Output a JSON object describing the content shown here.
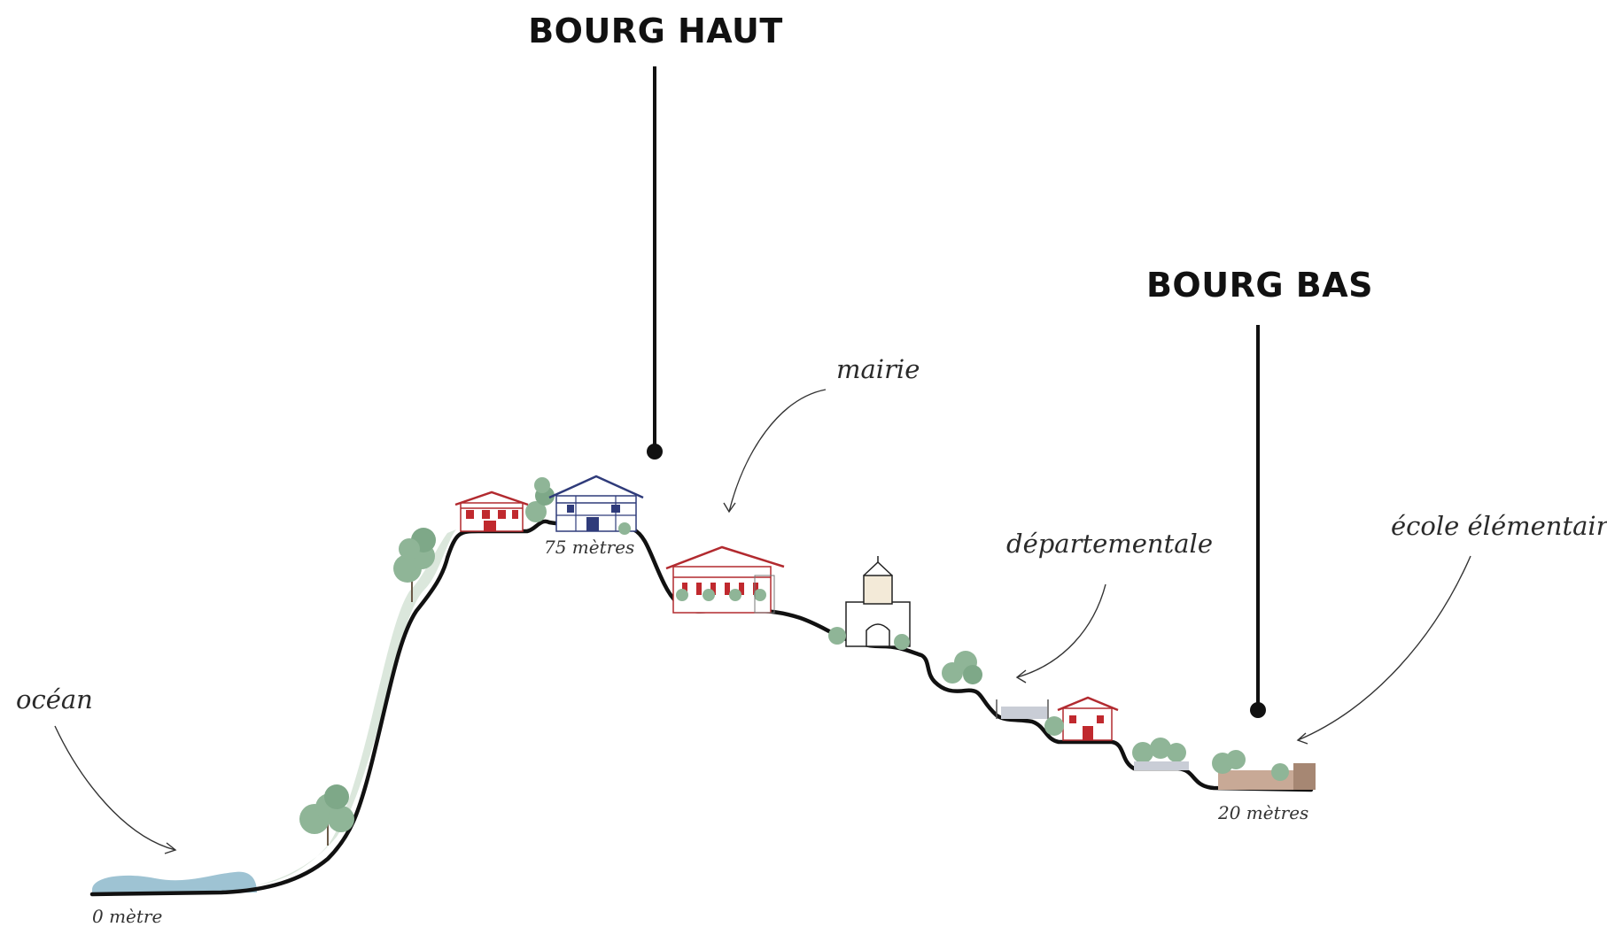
{
  "titles": {
    "bourg_haut": "BOURG HAUT",
    "bourg_bas": "BOURG BAS"
  },
  "labels": {
    "ocean": "océan",
    "mairie": "mairie",
    "departementale": "départementale",
    "ecole": "école élémentaire"
  },
  "altitudes": {
    "sea_level": "0 mètre",
    "top": "75 mètres",
    "bottom": "20 mètres"
  },
  "colors": {
    "ocean": "#9ec3d3",
    "tree": "#8fb597",
    "basque_red": "#c0292e",
    "basque_blue": "#2f3b7a",
    "line": "#111111"
  }
}
